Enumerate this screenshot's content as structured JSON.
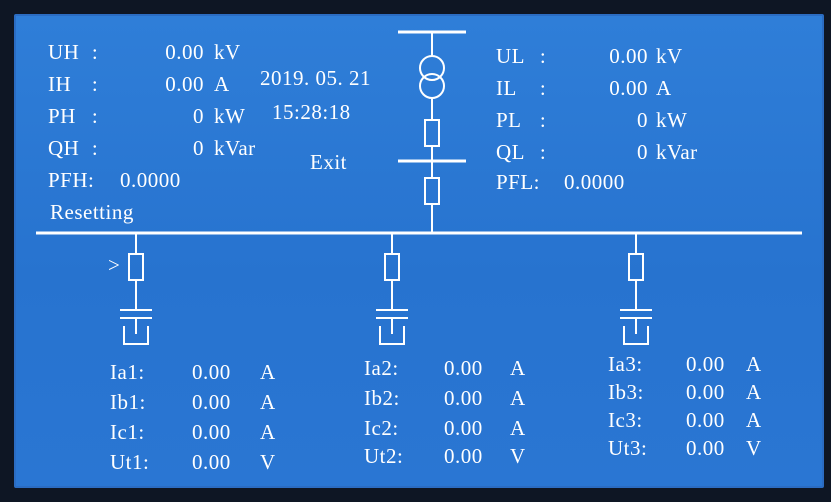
{
  "high_side": {
    "rows": [
      {
        "label": "UH",
        "sep": ":",
        "value": "0.00",
        "unit": "kV"
      },
      {
        "label": "IH",
        "sep": ":",
        "value": "0.00",
        "unit": "A"
      },
      {
        "label": "PH",
        "sep": ":",
        "value": "0",
        "unit": "kW"
      },
      {
        "label": "QH",
        "sep": ":",
        "value": "0",
        "unit": "kVar"
      }
    ],
    "pf": {
      "label": "PFH:",
      "value": "0.0000"
    }
  },
  "low_side": {
    "rows": [
      {
        "label": "UL",
        "sep": ":",
        "value": "0.00",
        "unit": "kV"
      },
      {
        "label": "IL",
        "sep": ":",
        "value": "0.00",
        "unit": "A"
      },
      {
        "label": "PL",
        "sep": ":",
        "value": "0",
        "unit": "kW"
      },
      {
        "label": "QL",
        "sep": ":",
        "value": "0",
        "unit": "kVar"
      }
    ],
    "pf": {
      "label": "PFL:",
      "value": "0.0000"
    }
  },
  "date": "2019. 05. 21",
  "time": "15:28:18",
  "exit_label": "Exit",
  "status_text": "Resetting",
  "selector_glyph": ">",
  "branches": [
    {
      "rows": [
        {
          "label": "Ia1:",
          "value": "0.00",
          "unit": "A"
        },
        {
          "label": "Ib1:",
          "value": "0.00",
          "unit": "A"
        },
        {
          "label": "Ic1:",
          "value": "0.00",
          "unit": "A"
        },
        {
          "label": "Ut1:",
          "value": "0.00",
          "unit": "V"
        }
      ]
    },
    {
      "rows": [
        {
          "label": "Ia2:",
          "value": "0.00",
          "unit": "A"
        },
        {
          "label": "Ib2:",
          "value": "0.00",
          "unit": "A"
        },
        {
          "label": "Ic2:",
          "value": "0.00",
          "unit": "A"
        },
        {
          "label": "Ut2:",
          "value": "0.00",
          "unit": "V"
        }
      ]
    },
    {
      "rows": [
        {
          "label": "Ia3:",
          "value": "0.00",
          "unit": "A"
        },
        {
          "label": "Ib3:",
          "value": "0.00",
          "unit": "A"
        },
        {
          "label": "Ic3:",
          "value": "0.00",
          "unit": "A"
        },
        {
          "label": "Ut3:",
          "value": "0.00",
          "unit": "V"
        }
      ]
    }
  ],
  "colors": {
    "screen_bg": "#2f7ed8",
    "foreground": "#ffffff",
    "bezel": "#0e1624"
  },
  "icons": {
    "transformer": "transformer-icon",
    "breaker": "breaker-icon",
    "capacitor": "capacitor-icon",
    "ground": "ground-icon"
  }
}
